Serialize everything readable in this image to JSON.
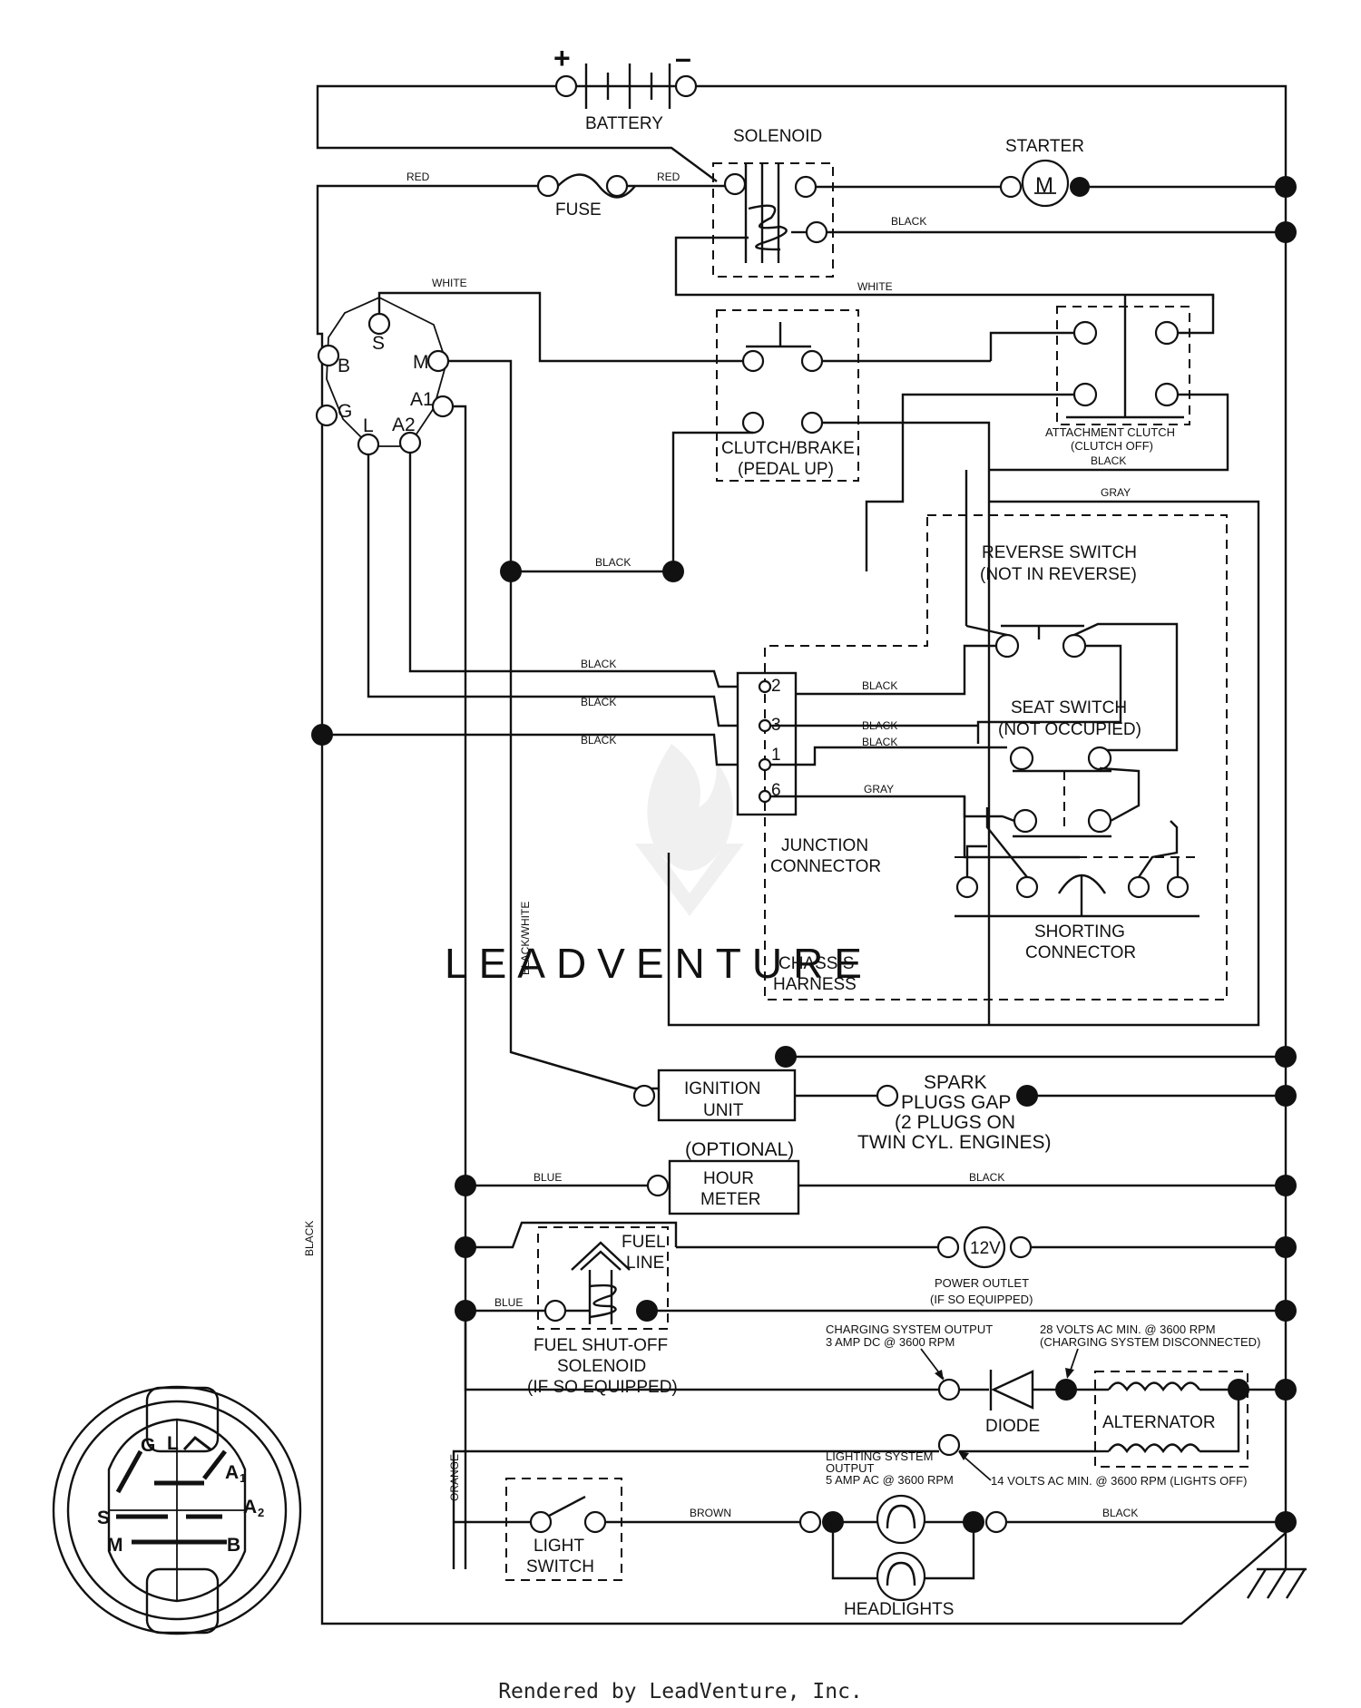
{
  "components": {
    "battery": "BATTERY",
    "battery_plus": "+",
    "battery_minus": "–",
    "solenoid": "SOLENOID",
    "starter": "STARTER",
    "starter_symbol": "M",
    "fuse": "FUSE",
    "clutch_brake_line1": "CLUTCH/BRAKE",
    "clutch_brake_line2": "(PEDAL UP)",
    "attachment_clutch_line1": "ATTACHMENT CLUTCH",
    "attachment_clutch_line2": "(CLUTCH OFF)",
    "reverse_switch_line1": "REVERSE SWITCH",
    "reverse_switch_line2": "(NOT IN REVERSE)",
    "seat_switch_line1": "SEAT SWITCH",
    "seat_switch_line2": "(NOT OCCUPIED)",
    "junction_line1": "JUNCTION",
    "junction_line2": "CONNECTOR",
    "shorting_line1": "SHORTING",
    "shorting_line2": "CONNECTOR",
    "chassis_line1": "CHASSIS",
    "chassis_line2": "HARNESS",
    "ignition_line1": "IGNITION",
    "ignition_line2": "UNIT",
    "spark_line1": "SPARK",
    "spark_line2": "PLUGS GAP",
    "spark_line3": "(2 PLUGS ON",
    "spark_line4": "TWIN CYL. ENGINES)",
    "optional": "(OPTIONAL)",
    "hour_line1": "HOUR",
    "hour_line2": "METER",
    "fuel_line1": "FUEL",
    "fuel_line2": "LINE",
    "outlet_symbol": "12V",
    "outlet_line1": "POWER OUTLET",
    "outlet_line2": "(IF SO EQUIPPED)",
    "fuel_sol_line1": "FUEL SHUT-OFF",
    "fuel_sol_line2": "SOLENOID",
    "fuel_sol_line3": "(IF SO EQUIPPED)",
    "charging_line1": "CHARGING SYSTEM OUTPUT",
    "charging_line2": "3 AMP DC @ 3600 RPM",
    "volts28_line1": "28 VOLTS AC MIN. @ 3600 RPM",
    "volts28_line2": "(CHARGING SYSTEM DISCONNECTED)",
    "diode": "DIODE",
    "alternator": "ALTERNATOR",
    "lighting_line1": "LIGHTING SYSTEM",
    "lighting_line2": "OUTPUT",
    "lighting_line3": "5 AMP AC @ 3600 RPM",
    "volts14": "14 VOLTS AC MIN. @ 3600 RPM (LIGHTS OFF)",
    "light_line1": "LIGHT",
    "light_line2": "SWITCH",
    "headlights": "HEADLIGHTS"
  },
  "ignition_switch_terminals": [
    "B",
    "S",
    "M",
    "A1",
    "G",
    "L",
    "A2"
  ],
  "junction_pins": [
    "2",
    "3",
    "1",
    "6"
  ],
  "inset_key_terminals": [
    "G",
    "L",
    "A",
    "1",
    "S",
    "A",
    "2",
    "M",
    "B"
  ],
  "wire_labels": {
    "red1": "RED",
    "red2": "RED",
    "black_solenoid": "BLACK",
    "white1": "WHITE",
    "white2": "WHITE",
    "black_attach": "BLACK",
    "gray1": "GRAY",
    "black_mid": "BLACK",
    "black_j1": "BLACK",
    "black_j2": "BLACK",
    "black_j3": "BLACK",
    "black_p2": "BLACK",
    "black_p3": "BLACK",
    "black_p1": "BLACK",
    "gray_p6": "GRAY",
    "black_white": "BLACK/WHITE",
    "blue1": "BLUE",
    "black_hour": "BLACK",
    "blue2": "BLUE",
    "black_left": "BLACK",
    "orange": "ORANGE",
    "brown": "BROWN",
    "black_head": "BLACK"
  },
  "watermark": "LEADVENTURE",
  "footer": "Rendered by LeadVenture, Inc."
}
